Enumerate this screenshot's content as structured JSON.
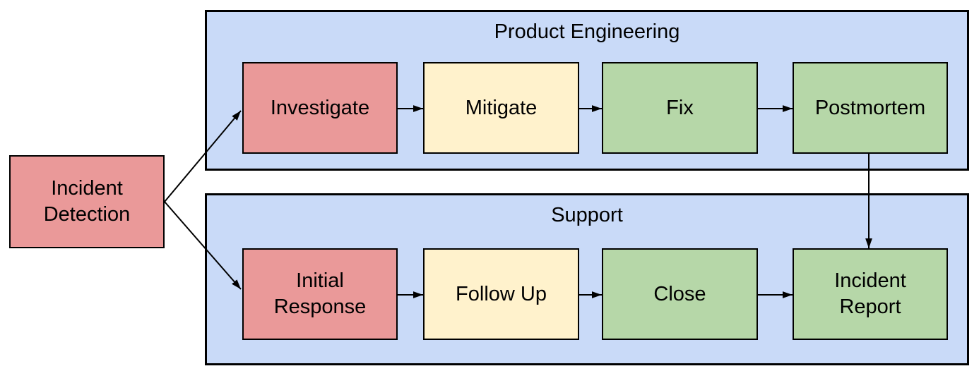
{
  "diagram": {
    "type": "flowchart",
    "background": "#ffffff",
    "colors": {
      "start_and_first_step": "#ea9999",
      "second_step": "#fff2cc",
      "final_steps": "#b6d7a8",
      "lane_container": "#c9daf8",
      "border_and_arrows": "#000000"
    },
    "start_node": {
      "label": "Incident Detection",
      "color": "#ea9999"
    },
    "lanes": [
      {
        "title": "Product Engineering",
        "nodes": [
          {
            "label": "Investigate",
            "color": "#ea9999"
          },
          {
            "label": "Mitigate",
            "color": "#fff2cc"
          },
          {
            "label": "Fix",
            "color": "#b6d7a8"
          },
          {
            "label": "Postmortem",
            "color": "#b6d7a8"
          }
        ]
      },
      {
        "title": "Support",
        "nodes": [
          {
            "label": "Initial Response",
            "color": "#ea9999"
          },
          {
            "label": "Follow Up",
            "color": "#fff2cc"
          },
          {
            "label": "Close",
            "color": "#b6d7a8"
          },
          {
            "label": "Incident Report",
            "color": "#b6d7a8"
          }
        ]
      }
    ],
    "edges": [
      {
        "from": "Incident Detection",
        "to": "Investigate"
      },
      {
        "from": "Incident Detection",
        "to": "Initial Response"
      },
      {
        "from": "Investigate",
        "to": "Mitigate"
      },
      {
        "from": "Mitigate",
        "to": "Fix"
      },
      {
        "from": "Fix",
        "to": "Postmortem"
      },
      {
        "from": "Postmortem",
        "to": "Incident Report"
      },
      {
        "from": "Initial Response",
        "to": "Follow Up"
      },
      {
        "from": "Follow Up",
        "to": "Close"
      },
      {
        "from": "Close",
        "to": "Incident Report"
      }
    ]
  }
}
